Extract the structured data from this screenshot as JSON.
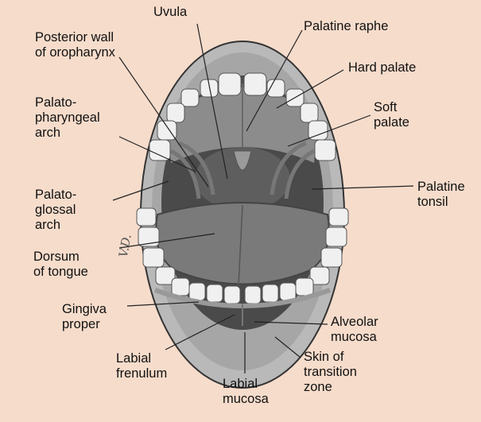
{
  "labels": {
    "uvula": "Uvula",
    "posterior_wall": "Posterior wall\nof oropharynx",
    "palatine_raphe": "Palatine raphe",
    "hard_palate": "Hard palate",
    "palatopharyngeal_arch": "Palato-\npharyngeal\narch",
    "soft_palate": "Soft\npalate",
    "palatoglossal_arch": "Palato-\nglossal\narch",
    "palatine_tonsil": "Palatine\ntonsil",
    "dorsum_of_tongue": "Dorsum\nof tongue",
    "gingiva_proper": "Gingiva\nproper",
    "alveolar_mucosa": "Alveolar\nmucosa",
    "labial_frenulum": "Labial\nfrenulum",
    "skin_of_transition_zone": "Skin of\ntransition\nzone",
    "labial_mucosa": "Labial\nmucosa"
  },
  "signature": "V.D.",
  "colors": {
    "background": "#f6dccb",
    "lip": "#b9b9b9",
    "cavity": "#4a4a4a",
    "palate": "#8c8c8c",
    "tongue": "#7a7a7a",
    "tooth": "#f0f0f0"
  }
}
